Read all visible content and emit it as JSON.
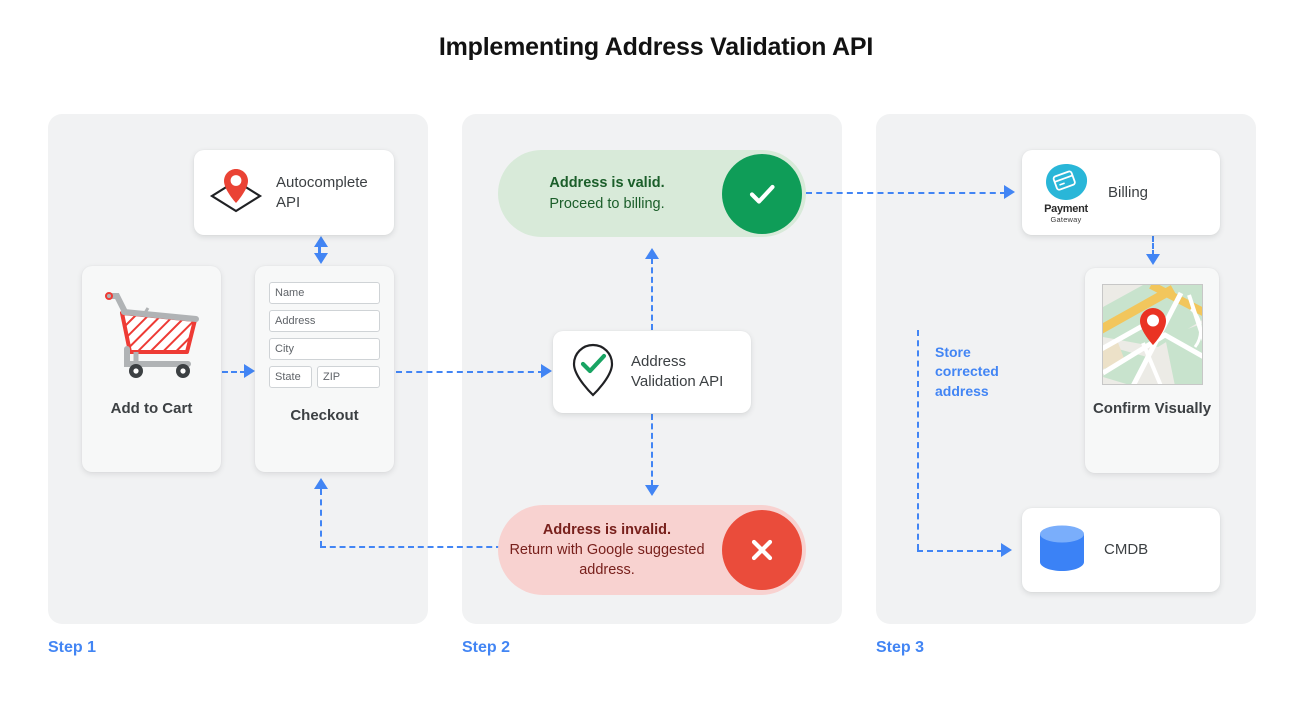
{
  "title": "Implementing Address Validation API",
  "steps": [
    {
      "label": "Step 1"
    },
    {
      "label": "Step 2"
    },
    {
      "label": "Step 3"
    }
  ],
  "step1": {
    "autocomplete": {
      "title": "Autocomplete API",
      "icon": "map-pin-diamond-icon"
    },
    "add_to_cart": {
      "caption": "Add to Cart",
      "icon": "shopping-cart-icon"
    },
    "checkout": {
      "caption": "Checkout",
      "fields": [
        {
          "name": "name-field",
          "value": "Name"
        },
        {
          "name": "address-field",
          "value": "Address"
        },
        {
          "name": "city-field",
          "value": "City"
        },
        {
          "name": "state-field",
          "value": "State"
        },
        {
          "name": "zip-field",
          "value": "ZIP"
        }
      ]
    }
  },
  "step2": {
    "valid": {
      "strong": "Address is valid.",
      "normal": "Proceed to billing.",
      "badge": "check-icon",
      "color": "#0f9d58",
      "bg": "#d8ead9"
    },
    "invalid": {
      "strong": "Address is invalid.",
      "normal": "Return with Google suggested address.",
      "badge": "close-icon",
      "color": "#ea4c3b",
      "bg": "#f8d2d0"
    },
    "validation_api": {
      "title": "Address Validation API",
      "icon": "pin-check-icon"
    }
  },
  "step3": {
    "billing": {
      "title": "Billing",
      "logo_name": "Payment",
      "logo_sub": "Gateway",
      "icon": "payment-gateway-logo"
    },
    "confirm": {
      "caption": "Confirm Visually",
      "icon": "map-thumbnail-icon"
    },
    "cmdb": {
      "title": "CMDB",
      "icon": "database-icon"
    },
    "store_note": "Store corrected address"
  },
  "colors": {
    "accent_blue": "#4285f4",
    "green": "#0f9d58",
    "red": "#ea4c3b",
    "panel_bg": "#f1f2f3",
    "text": "#3c4043"
  }
}
